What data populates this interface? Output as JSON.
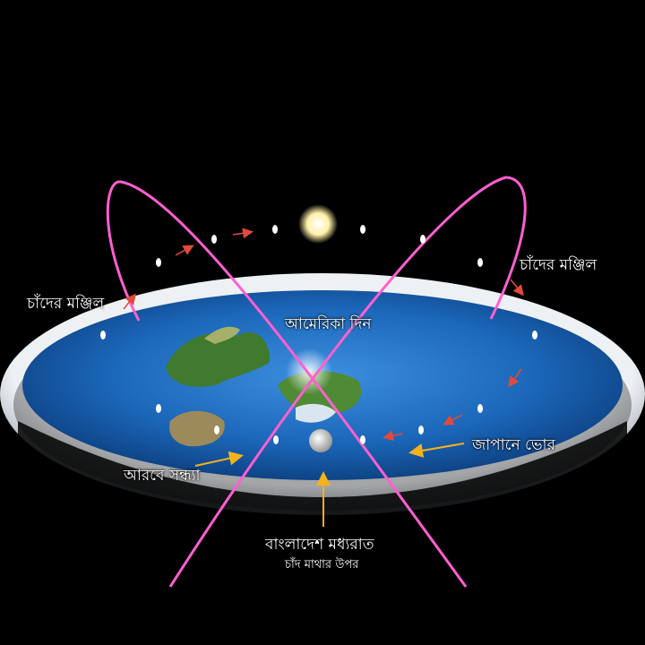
{
  "labels": {
    "moon_phases_left": "চাঁদের মঞ্জিল",
    "moon_phases_right": "চাঁদের মঞ্জিল",
    "america_day": "আমেরিকা দিন",
    "arab_evening": "আরবে সন্ধ্যা",
    "japan_dawn": "জাপানে ভোর",
    "bangladesh_midnight": "বাংলাদেশ মধ্যরাত",
    "moon_overhead": "চাঁদ মাথার উপর"
  },
  "colors": {
    "background": "#000000",
    "ocean": "#1b66b8",
    "ice_rim": "#d9dde3",
    "orbit_curve": "#ff5fd0",
    "small_arrow": "#e04a3a",
    "pointer_arrow": "#f5b21b",
    "sun": "#fff4b0",
    "moon": "#e6e6e6"
  }
}
